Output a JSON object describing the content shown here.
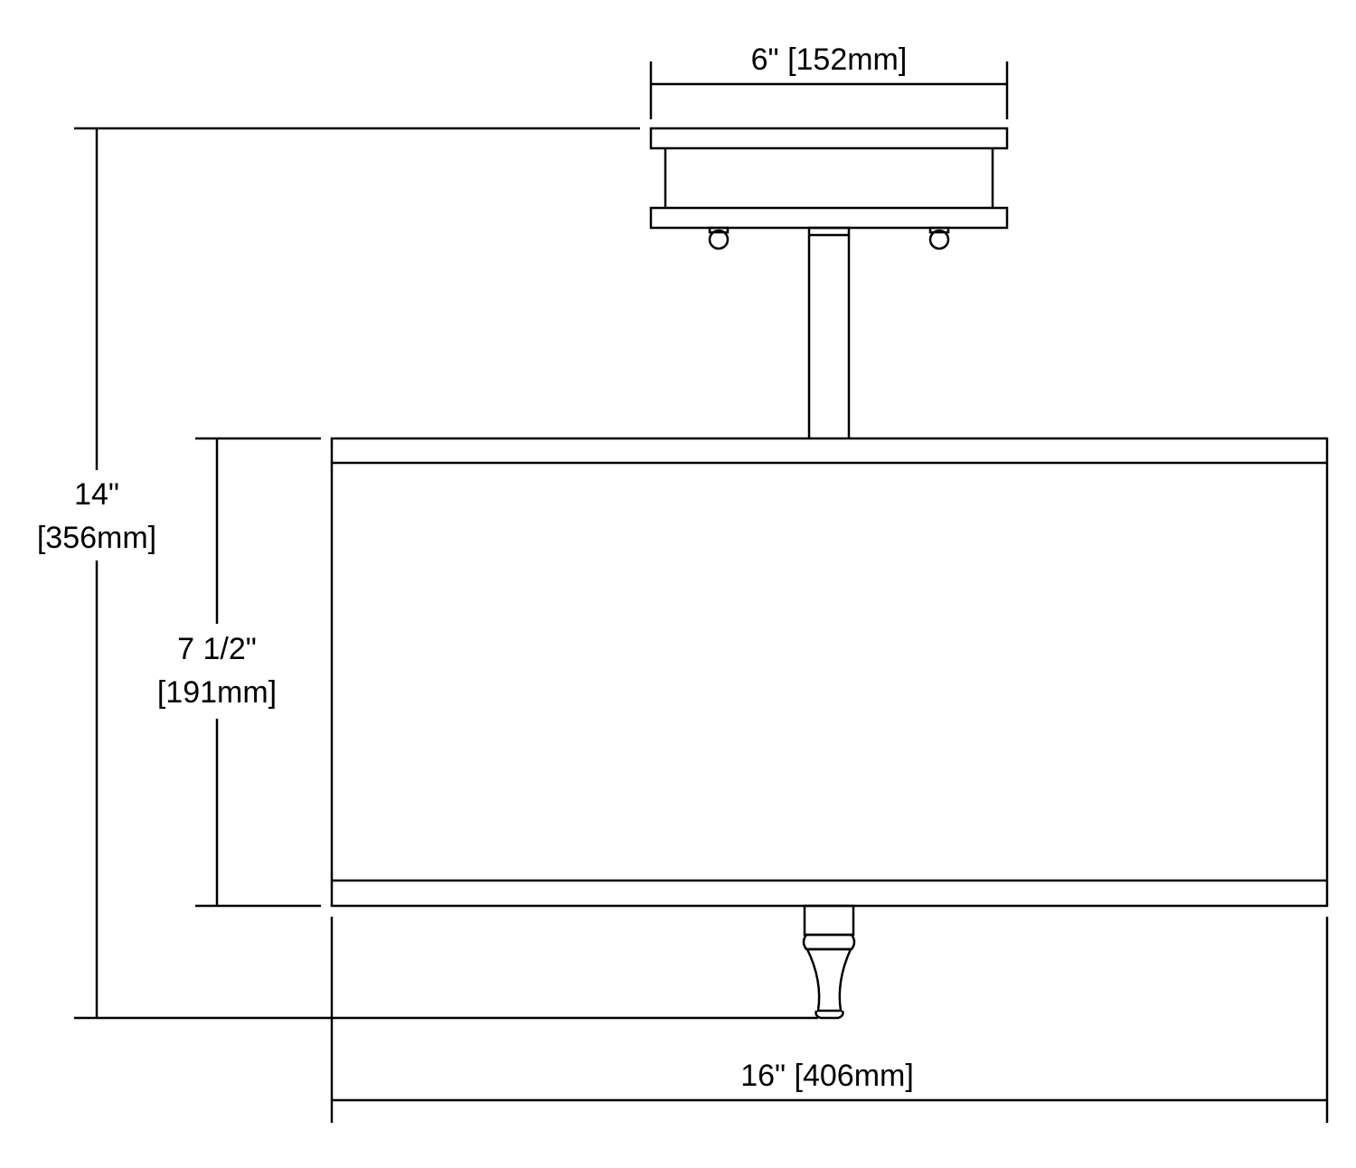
{
  "dimensions": {
    "canopy_width": "6\" [152mm]",
    "overall_height_in": "14\"",
    "overall_height_mm": "[356mm]",
    "shade_height_in": "7 1/2\"",
    "shade_height_mm": "[191mm]",
    "shade_width": "16\" [406mm]"
  },
  "colors": {
    "line": "#000000",
    "background": "#ffffff"
  }
}
